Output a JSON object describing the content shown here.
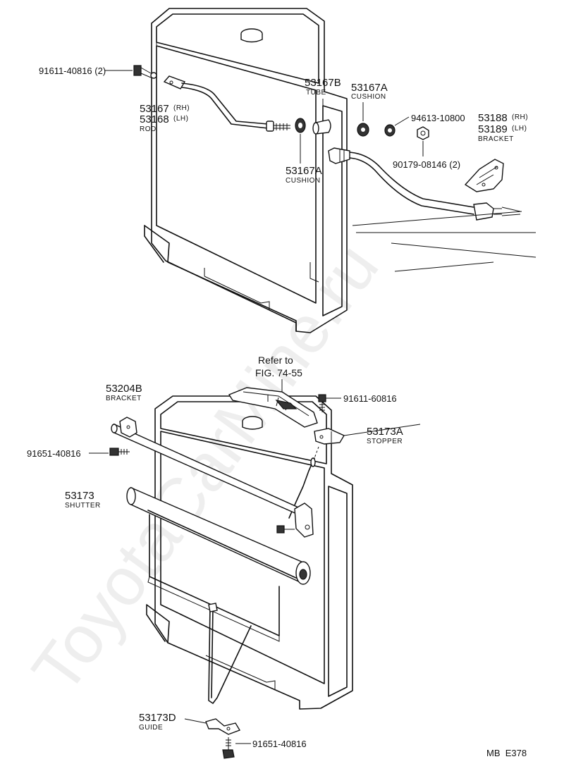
{
  "watermark": "ToyotaCarMine.ru",
  "figure_code": "MB  E378",
  "refer_to": {
    "line1": "Refer to",
    "line2": "FIG. 74-55"
  },
  "top_parts": {
    "bolt_top": "91611-40816 (2)",
    "rod_rh": "53167",
    "rod_rh_suffix": "(RH)",
    "rod_lh": "53168",
    "rod_lh_suffix": "(LH)",
    "rod_name": "ROD",
    "tube_no": "53167B",
    "tube_name": "TUBE",
    "cushion_top_no": "53167A",
    "cushion_top_name": "CUSHION",
    "cushion_bottom_no": "53167A",
    "cushion_bottom_name": "CUSHION",
    "washer_no": "94613-10800",
    "nut_no": "90179-08146 (2)",
    "bracket_rh": "53188",
    "bracket_rh_suffix": "(RH)",
    "bracket_lh": "53189",
    "bracket_lh_suffix": "(LH)",
    "bracket_name": "BRACKET"
  },
  "bottom_parts": {
    "bracket_no": "53204B",
    "bracket_name": "BRACKET",
    "bolt_left": "91651-40816",
    "bolt_right": "91611-60816",
    "stopper_no": "53173A",
    "stopper_name": "STOPPER",
    "shutter_no": "53173",
    "shutter_name": "SHUTTER",
    "guide_no": "53173D",
    "guide_name": "GUIDE",
    "bolt_bottom": "91651-40816"
  }
}
